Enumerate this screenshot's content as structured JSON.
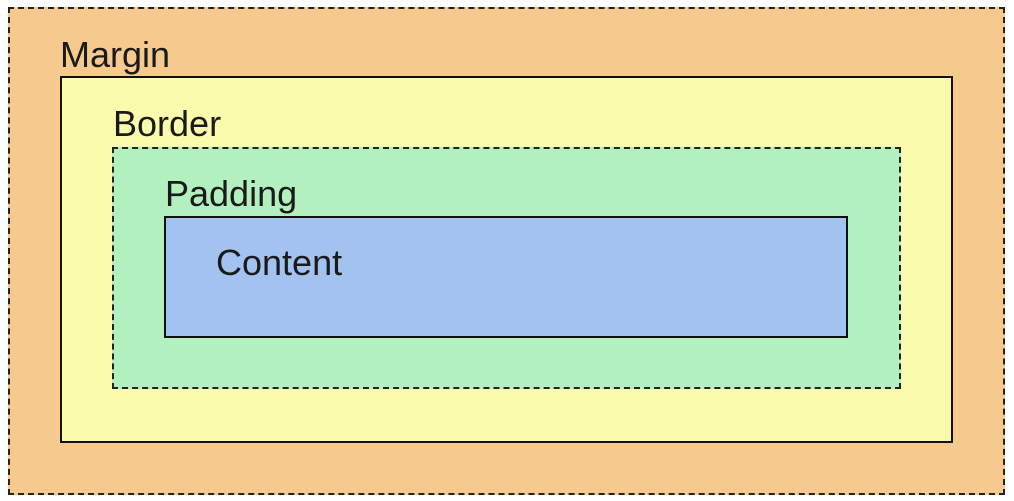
{
  "layers": {
    "margin": {
      "label": "Margin",
      "color": "#F6CA8F"
    },
    "border": {
      "label": "Border",
      "color": "#FBFBAE"
    },
    "padding": {
      "label": "Padding",
      "color": "#B3F0C0"
    },
    "content": {
      "label": "Content",
      "color": "#A2C2F0"
    }
  }
}
